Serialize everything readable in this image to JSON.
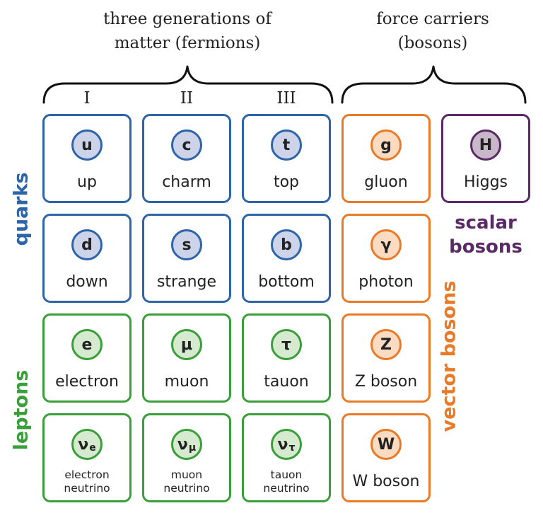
{
  "headers": {
    "fermions": [
      "three generations of",
      "matter (fermions)"
    ],
    "bosons": [
      "force carriers",
      "(bosons)"
    ]
  },
  "generations": [
    "I",
    "II",
    "III"
  ],
  "side_labels": {
    "quarks": "quarks",
    "leptons": "leptons",
    "vector_bosons": "vector bosons",
    "scalar_bosons": [
      "scalar",
      "bosons"
    ]
  },
  "quarks": [
    {
      "symbol": "u",
      "name": "up"
    },
    {
      "symbol": "c",
      "name": "charm"
    },
    {
      "symbol": "t",
      "name": "top"
    },
    {
      "symbol": "d",
      "name": "down"
    },
    {
      "symbol": "s",
      "name": "strange"
    },
    {
      "symbol": "b",
      "name": "bottom"
    }
  ],
  "leptons": [
    {
      "symbol": "e",
      "name": "electron"
    },
    {
      "symbol": "μ",
      "name": "muon"
    },
    {
      "symbol": "τ",
      "name": "tauon"
    },
    {
      "symbol": "ν",
      "sub": "e",
      "name_lines": [
        "electron",
        "neutrino"
      ]
    },
    {
      "symbol": "ν",
      "sub": "μ",
      "name_lines": [
        "muon",
        "neutrino"
      ]
    },
    {
      "symbol": "ν",
      "sub": "τ",
      "name_lines": [
        "tauon",
        "neutrino"
      ]
    }
  ],
  "vector_bosons": [
    {
      "symbol": "g",
      "name": "gluon"
    },
    {
      "symbol": "γ",
      "name": "photon"
    },
    {
      "symbol": "Z",
      "name": "Z boson"
    },
    {
      "symbol": "W",
      "name": "W boson"
    }
  ],
  "scalar_bosons": [
    {
      "symbol": "H",
      "name": "Higgs"
    }
  ],
  "colors": {
    "quark": "#2e64a8",
    "lepton": "#3a9e3a",
    "vector_boson": "#e87a28",
    "scalar_boson": "#5a2a66"
  }
}
